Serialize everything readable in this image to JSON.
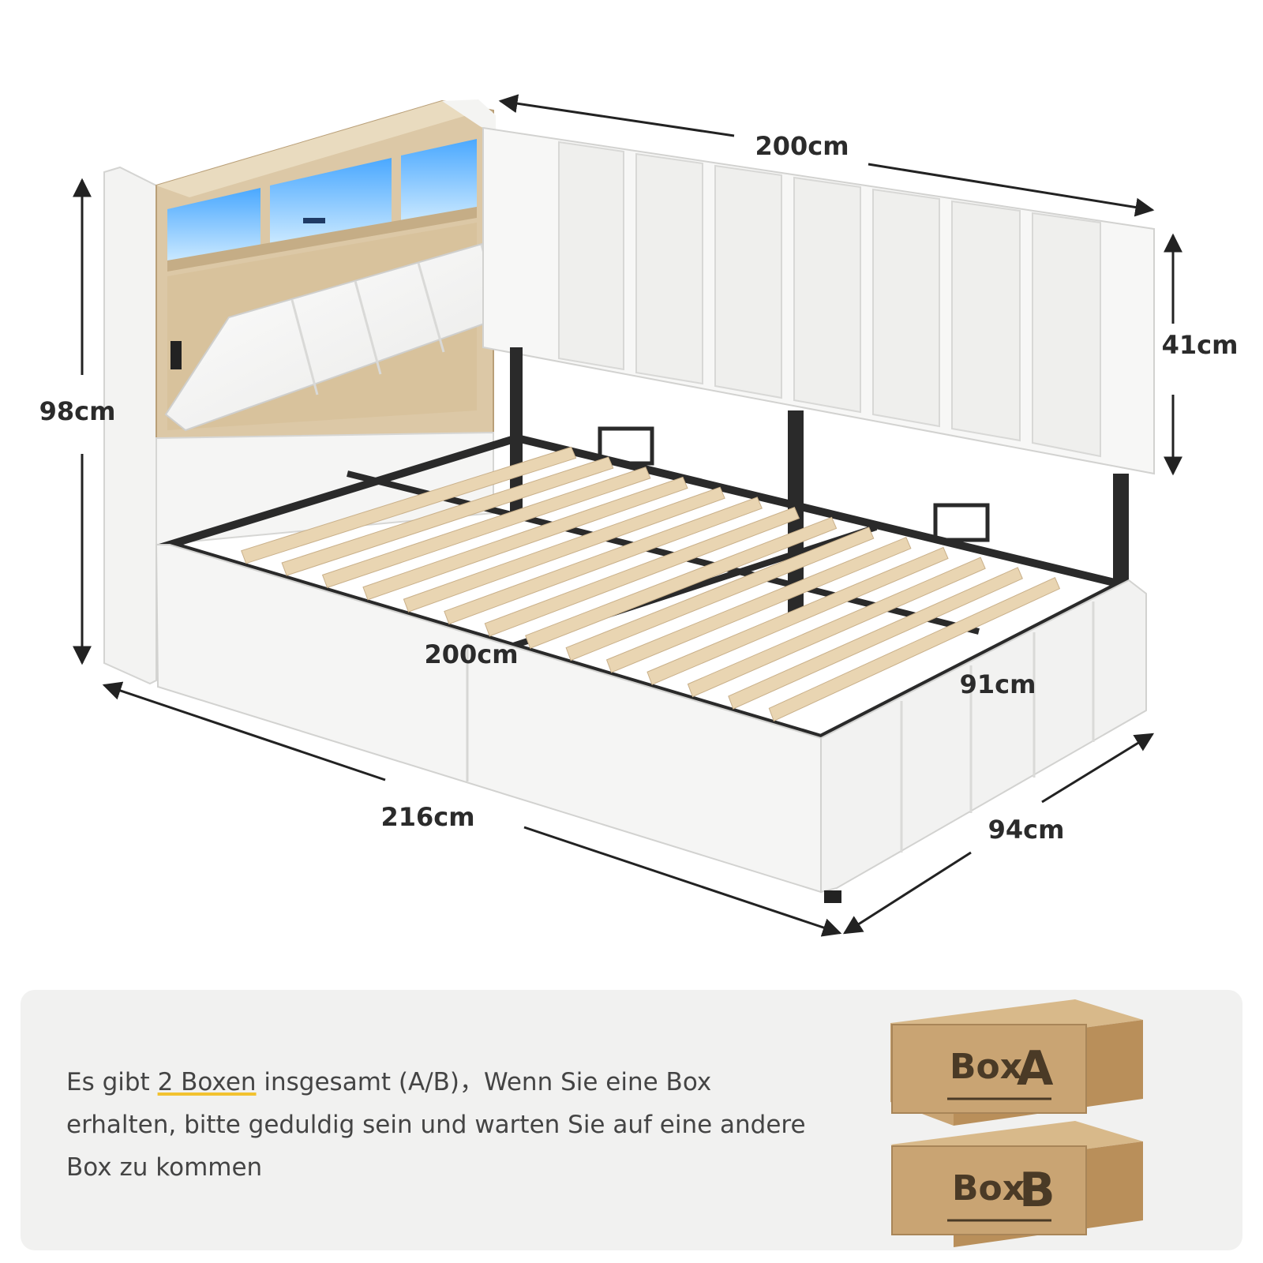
{
  "dimensions": {
    "headboard_length": "200cm",
    "headboard_height": "41cm",
    "total_height": "98cm",
    "slat_length": "200cm",
    "slat_width": "91cm",
    "total_length": "216cm",
    "total_width": "94cm"
  },
  "info": {
    "text_before": "Es gibt ",
    "highlight": "2 Boxen",
    "text_after": " insgesamt (A/B)，Wenn Sie eine Box erhalten, bitte geduldig sein und warten Sie auf eine andere Box zu kommen"
  },
  "boxes": [
    {
      "word": "Box",
      "letter": "A"
    },
    {
      "word": "Box",
      "letter": "B"
    }
  ],
  "colors": {
    "upholstery": "#f4f4f3",
    "wood": "#dcc8a6",
    "slat": "#e9d5b2",
    "frame": "#2a2a2a",
    "led": "#7fc8ff",
    "cardboard": "#c9a473",
    "panel": "#f1f1f0",
    "highlight": "#f2c230"
  }
}
